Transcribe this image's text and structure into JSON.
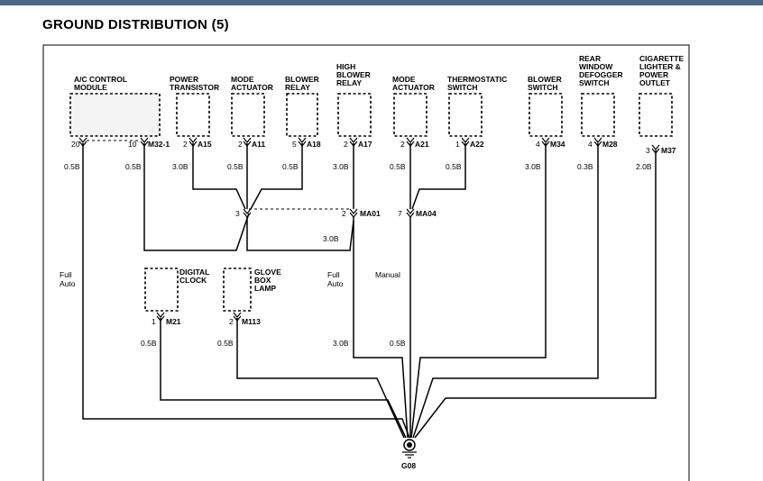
{
  "title": "GROUND DISTRIBUTION (5)",
  "components": {
    "ac_control_module": [
      "A/C CONTROL",
      "MODULE"
    ],
    "power_transistor": [
      "POWER",
      "TRANSISTOR"
    ],
    "mode_actuator_1": [
      "MODE",
      "ACTUATOR"
    ],
    "blower_relay": [
      "BLOWER",
      "RELAY"
    ],
    "high_blower_relay": [
      "HIGH",
      "BLOWER",
      "RELAY"
    ],
    "mode_actuator_2": [
      "MODE",
      "ACTUATOR"
    ],
    "thermostatic_switch": [
      "THERMOSTATIC",
      "SWITCH"
    ],
    "blower_switch": [
      "BLOWER",
      "SWITCH"
    ],
    "rear_window_defogger": [
      "REAR",
      "WINDOW",
      "DEFOGGER",
      "SWITCH"
    ],
    "cigarette_lighter": [
      "CIGARETTE",
      "LIGHTER &",
      "POWER",
      "OUTLET"
    ],
    "digital_clock": [
      "DIGITAL",
      "CLOCK"
    ],
    "glove_box_lamp": [
      "GLOVE",
      "BOX",
      "LAMP"
    ]
  },
  "pins": {
    "ac_20": "20",
    "ac_10": "10",
    "ac_conn": "M32-1",
    "pt_pin": "2",
    "pt_conn": "A15",
    "ma1_pin": "2",
    "ma1_conn": "A11",
    "br_pin": "5",
    "br_conn": "A18",
    "hbr_pin": "2",
    "hbr_conn": "A17",
    "ma2_pin": "2",
    "ma2_conn": "A21",
    "ts_pin": "1",
    "ts_conn": "A22",
    "bs_pin": "4",
    "bs_conn": "M34",
    "rwd_pin": "4",
    "rwd_conn": "M28",
    "cl_pin": "3",
    "cl_conn": "M37",
    "dc_pin": "1",
    "dc_conn": "M21",
    "gbl_pin": "2",
    "gbl_conn": "M113",
    "splice1_pin": "3",
    "splice2_pin": "2",
    "splice2_conn": "MA01",
    "splice3_pin": "7",
    "splice3_conn": "MA04"
  },
  "wires": {
    "w_ac20": "0.5B",
    "w_ac10": "0.5B",
    "w_pt": "3.0B",
    "w_ma1": "0.5B",
    "w_br": "0.5B",
    "w_hbr": "3.0B",
    "w_ma2": "0.5B",
    "w_ts": "0.5B",
    "w_bs": "3.0B",
    "w_rwd": "0.3B",
    "w_cl": "2.0B",
    "w_splice_bus": "3.0B",
    "w_dc": "0.5B",
    "w_gbl": "0.5B",
    "w_full_bottom": "3.0B",
    "w_manual_bottom": "0.5B"
  },
  "notes": {
    "full_auto_left": [
      "Full",
      "Auto"
    ],
    "full_auto_mid": [
      "Full",
      "Auto"
    ],
    "manual": "Manual"
  },
  "ground": "G08"
}
